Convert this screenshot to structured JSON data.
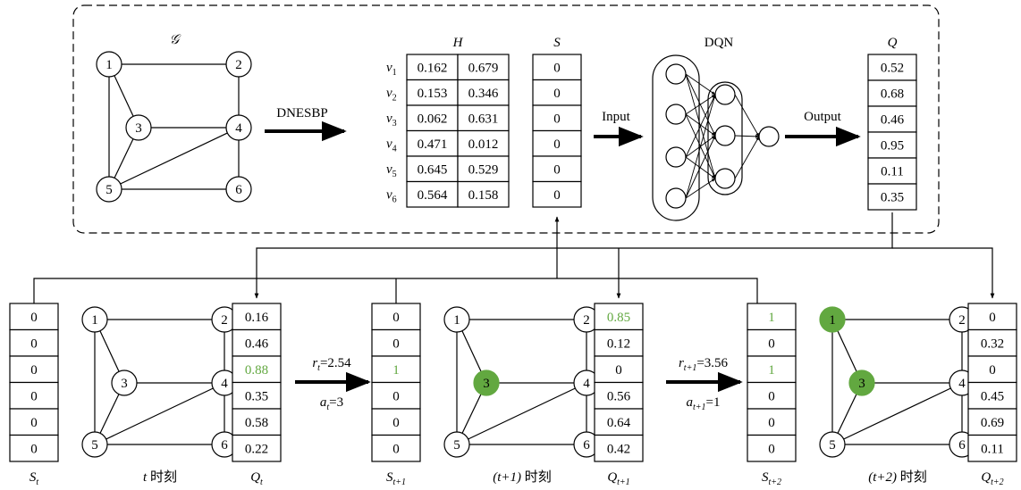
{
  "top": {
    "graph_symbol": "𝒢",
    "nodes": [
      "1",
      "2",
      "3",
      "4",
      "5",
      "6"
    ],
    "method_label": "DNESBP",
    "H": {
      "title": "H",
      "row_labels": [
        "v",
        "v",
        "v",
        "v",
        "v",
        "v"
      ],
      "row_subs": [
        "1",
        "2",
        "3",
        "4",
        "5",
        "6"
      ],
      "col1": [
        "0.162",
        "0.153",
        "0.062",
        "0.471",
        "0.645",
        "0.564"
      ],
      "col2": [
        "0.679",
        "0.346",
        "0.631",
        "0.012",
        "0.529",
        "0.158"
      ]
    },
    "S": {
      "title": "S",
      "values": [
        "0",
        "0",
        "0",
        "0",
        "0",
        "0"
      ]
    },
    "input_label": "Input",
    "dqn_label": "DQN",
    "output_label": "Output",
    "Q": {
      "title": "Q",
      "values": [
        "0.52",
        "0.68",
        "0.46",
        "0.95",
        "0.11",
        "0.35"
      ]
    }
  },
  "steps": [
    {
      "S_values": [
        "0",
        "0",
        "0",
        "0",
        "0",
        "0"
      ],
      "S_highlight": [
        false,
        false,
        false,
        false,
        false,
        false
      ],
      "S_label": "S",
      "S_sub": "t",
      "graph_nodes": [
        "1",
        "2",
        "3",
        "4",
        "5",
        "6"
      ],
      "graph_highlight": [
        false,
        false,
        false,
        false,
        false,
        false
      ],
      "time_var": "t",
      "time_text": " 时刻",
      "Q_values": [
        "0.16",
        "0.46",
        "0.88",
        "0.35",
        "0.58",
        "0.22"
      ],
      "Q_highlight": [
        false,
        false,
        true,
        false,
        false,
        false
      ],
      "Q_label": "Q",
      "Q_sub": "t"
    },
    {
      "S_values": [
        "0",
        "0",
        "1",
        "0",
        "0",
        "0"
      ],
      "S_highlight": [
        false,
        false,
        true,
        false,
        false,
        false
      ],
      "S_label": "S",
      "S_sub": "t+1",
      "graph_nodes": [
        "1",
        "2",
        "3",
        "4",
        "5",
        "6"
      ],
      "graph_highlight": [
        false,
        false,
        true,
        false,
        false,
        false
      ],
      "time_var": "(t+1)",
      "time_text": " 时刻",
      "Q_values": [
        "0.85",
        "0.12",
        "0",
        "0.56",
        "0.64",
        "0.42"
      ],
      "Q_highlight": [
        true,
        false,
        false,
        false,
        false,
        false
      ],
      "Q_label": "Q",
      "Q_sub": "t+1"
    },
    {
      "S_values": [
        "1",
        "0",
        "1",
        "0",
        "0",
        "0"
      ],
      "S_highlight": [
        true,
        false,
        true,
        false,
        false,
        false
      ],
      "S_label": "S",
      "S_sub": "t+2",
      "graph_nodes": [
        "1",
        "2",
        "3",
        "4",
        "5",
        "6"
      ],
      "graph_highlight": [
        true,
        false,
        true,
        false,
        false,
        false
      ],
      "time_var": "(t+2)",
      "time_text": " 时刻",
      "Q_values": [
        "0",
        "0.32",
        "0",
        "0.45",
        "0.69",
        "0.11"
      ],
      "Q_highlight": [
        false,
        false,
        false,
        false,
        false,
        false
      ],
      "Q_label": "Q",
      "Q_sub": "t+2"
    }
  ],
  "transitions": [
    {
      "r_var": "r",
      "r_sub": "t",
      "r_val": "=2.54",
      "a_var": "a",
      "a_sub": "t",
      "a_val": "=3"
    },
    {
      "r_var": "r",
      "r_sub": "t+1",
      "r_val": "=3.56",
      "a_var": "a",
      "a_sub": "t+1",
      "a_val": "=1"
    }
  ],
  "colors": {
    "highlight": "#62a840",
    "node_fill_active": "#62a840"
  }
}
